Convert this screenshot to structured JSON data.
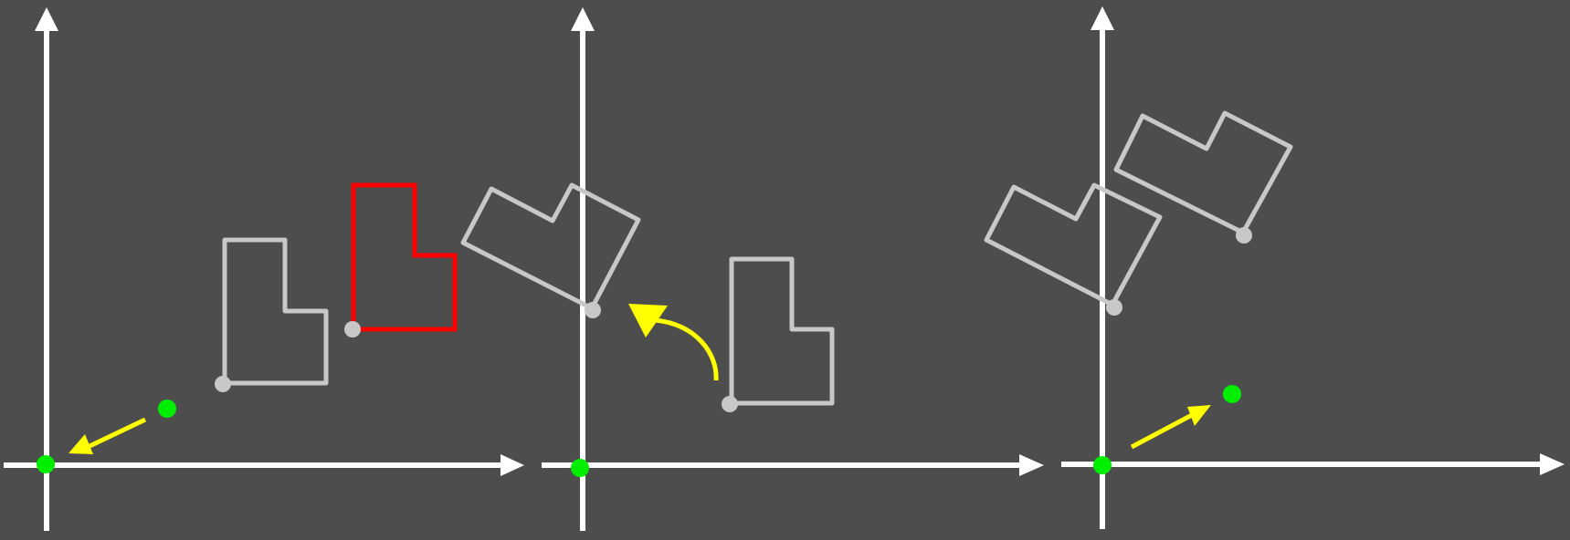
{
  "colors": {
    "background": "#4d4d4d",
    "axis": "#ffffff",
    "shape": "#c8c8c8",
    "highlight_shape": "#ff0000",
    "arrow": "#ffff00",
    "point": "#00ee00",
    "pivot": "#c8c8c8"
  },
  "panels": [
    {
      "id": "panel-1",
      "step": "translate-to-origin",
      "arrow_kind": "straight",
      "arrow_direction": "toward-origin"
    },
    {
      "id": "panel-2",
      "step": "rotate",
      "arrow_kind": "curved",
      "arrow_direction": "counter-clockwise"
    },
    {
      "id": "panel-3",
      "step": "translate-back",
      "arrow_kind": "straight",
      "arrow_direction": "away-from-origin"
    }
  ]
}
